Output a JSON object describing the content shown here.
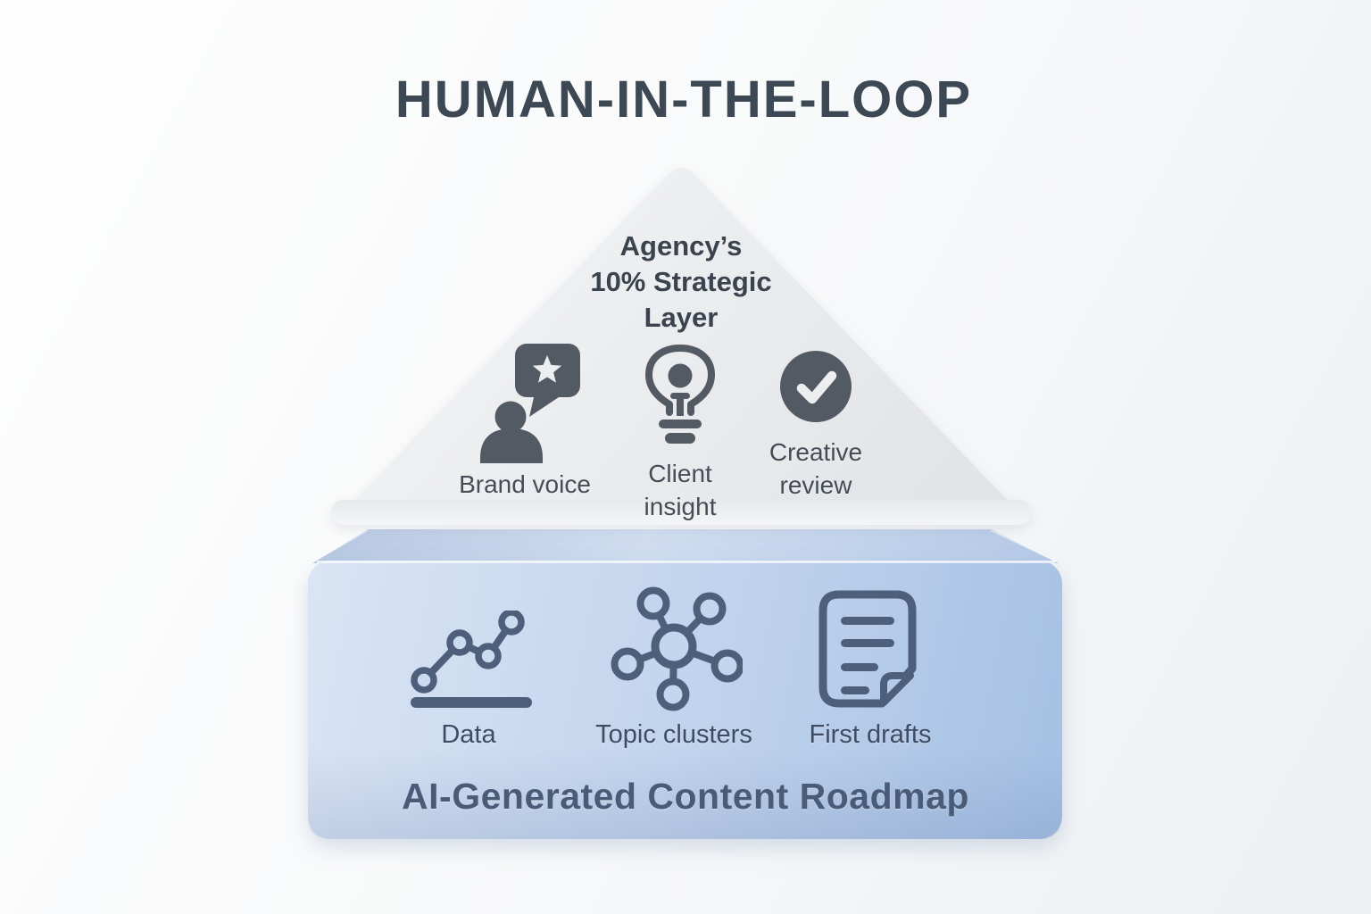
{
  "title": "HUMAN-IN-THE-LOOP",
  "pyramid": {
    "heading_lines": [
      "Agency’s",
      "10% Strategic",
      "Layer"
    ],
    "items": [
      {
        "icon": "person-speech-star-icon",
        "label": "Brand voice"
      },
      {
        "icon": "lightbulb-icon",
        "label": "Client insight"
      },
      {
        "icon": "checkmark-circle-icon",
        "label": "Creative review"
      }
    ]
  },
  "base": {
    "items": [
      {
        "icon": "line-chart-icon",
        "label": "Data"
      },
      {
        "icon": "topic-cluster-icon",
        "label": "Topic clusters"
      },
      {
        "icon": "document-icon",
        "label": "First drafts"
      }
    ],
    "caption": "AI-Generated Content Roadmap"
  },
  "colors": {
    "title_text": "#3d4855",
    "pyramid_fill": "#e8eaec",
    "pyramid_icon": "#535a63",
    "pyramid_text": "#444c56",
    "box_fill_light": "#d9e4f4",
    "box_fill_dark": "#a6c1e4",
    "box_icon": "#4d5f7a",
    "box_text": "#3d4c63",
    "caption_text": "#4a5b78"
  }
}
